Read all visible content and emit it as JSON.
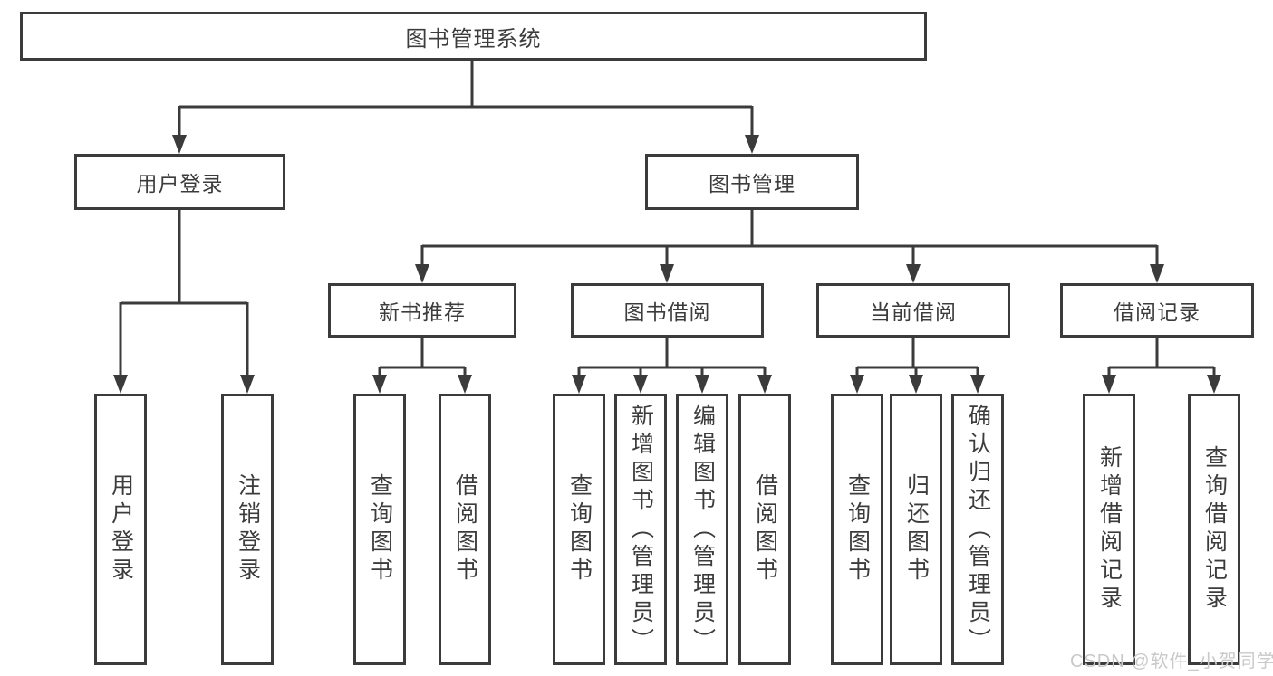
{
  "diagram": {
    "root": {
      "label": "图书管理系统"
    },
    "level2": [
      {
        "label": "用户登录",
        "children": [
          "用户登录",
          "注销登录"
        ]
      },
      {
        "label": "图书管理",
        "children": [
          "新书推荐",
          "图书借阅",
          "当前借阅",
          "借阅记录"
        ]
      }
    ],
    "level3": [
      {
        "label": "新书推荐",
        "children": [
          "查询图书",
          "借阅图书"
        ]
      },
      {
        "label": "图书借阅",
        "children": [
          "查询图书",
          "新增图书（管理员）",
          "编辑图书（管理员）",
          "借阅图书"
        ]
      },
      {
        "label": "当前借阅",
        "children": [
          "查询图书",
          "归还图书",
          "确认归还（管理员）"
        ]
      },
      {
        "label": "借阅记录",
        "children": [
          "新增借阅记录",
          "查询借阅记录"
        ]
      }
    ]
  },
  "watermark": "CSDN @软件_小贺同学",
  "colors": {
    "line": "#3b3b3b",
    "text": "#3c3c3c",
    "background": "#ffffff",
    "watermark": "#c9c9c9"
  }
}
